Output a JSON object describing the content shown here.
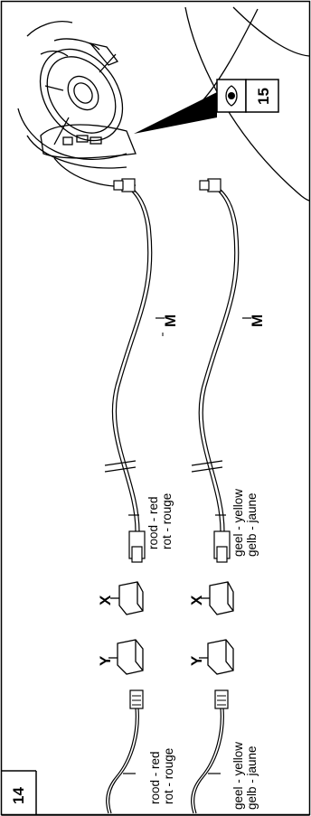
{
  "step_number": "14",
  "ref_step": "15",
  "colors": {
    "ink": "#000000",
    "paper": "#ffffff"
  },
  "parts": {
    "x": "X",
    "y": "Y",
    "m1": "M",
    "m2": "M"
  },
  "labels": {
    "red_top": "rood - red\nrot - rouge",
    "red_bottom": "rood - red\nrot - rouge",
    "yellow_top": "geel - yellow\ngelb - jaune",
    "yellow_bottom": "geel - yellow\ngelb - jaune"
  },
  "icons": [
    "eye-icon",
    "steering-wheel-illustration"
  ]
}
